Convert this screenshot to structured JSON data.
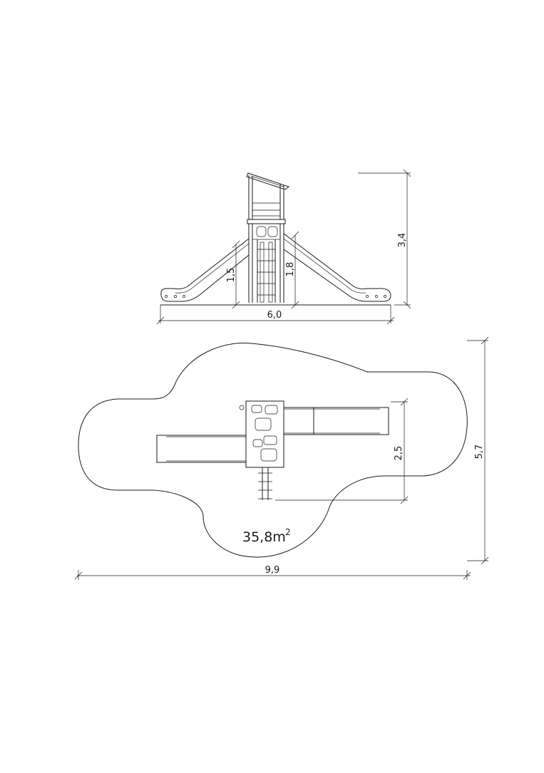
{
  "elevation_view": {
    "dimensions": {
      "total_height": "3,4",
      "total_length": "6,0",
      "left_platform_height": "1,5",
      "right_platform_height": "1,8"
    }
  },
  "plan_view": {
    "dimensions": {
      "total_width": "9,9",
      "total_depth": "5,7",
      "equipment_depth": "2,5"
    },
    "area_value": "35,8m",
    "area_exponent": "2"
  }
}
